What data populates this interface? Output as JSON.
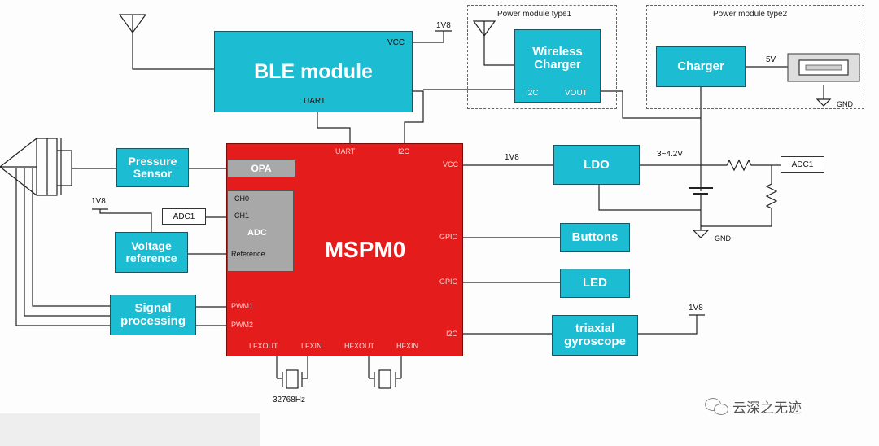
{
  "blocks": {
    "ble": "BLE module",
    "wireless": "Wireless Charger",
    "charger": "Charger",
    "mcu": "MSPM0",
    "opa": "OPA",
    "adc": "ADC",
    "pressure": "Pressure Sensor",
    "vref": "Voltage reference",
    "signal": "Signal processing",
    "ldo": "LDO",
    "buttons": "Buttons",
    "led": "LED",
    "gyro": "triaxial gyroscope"
  },
  "groups": {
    "type1": "Power module type1",
    "type2": "Power module type2"
  },
  "pins": {
    "ble_vcc": "VCC",
    "ble_uart": "UART",
    "wc_i2c": "I2C",
    "wc_vout": "VOUT",
    "mcu_uart": "UART",
    "mcu_i2c_top": "I2C",
    "mcu_vcc": "VCC",
    "mcu_gpio1": "GPIO",
    "mcu_gpio2": "GPIO",
    "mcu_i2c": "I2C",
    "mcu_pwm1": "PWM1",
    "mcu_pwm2": "PWM2",
    "mcu_lfxout": "LFXOUT",
    "mcu_lfxin": "LFXIN",
    "mcu_hfxout": "HFXOUT",
    "mcu_hfxin": "HFXIN",
    "adc_ch0": "CH0",
    "adc_ch1": "CH1",
    "adc_ref": "Reference"
  },
  "labels": {
    "v1v8_ble": "1V8",
    "v1v8_ref": "1V8",
    "v1v8_gyro": "1V8",
    "v1v8_ldo": "1V8",
    "v5": "5V",
    "batt_range": "3~4.2V",
    "gnd_usb": "GND",
    "gnd_batt": "GND",
    "adc1_left": "ADC1",
    "adc1_right": "ADC1",
    "crystal": "32768Hz"
  },
  "watermark": "云深之无迹"
}
